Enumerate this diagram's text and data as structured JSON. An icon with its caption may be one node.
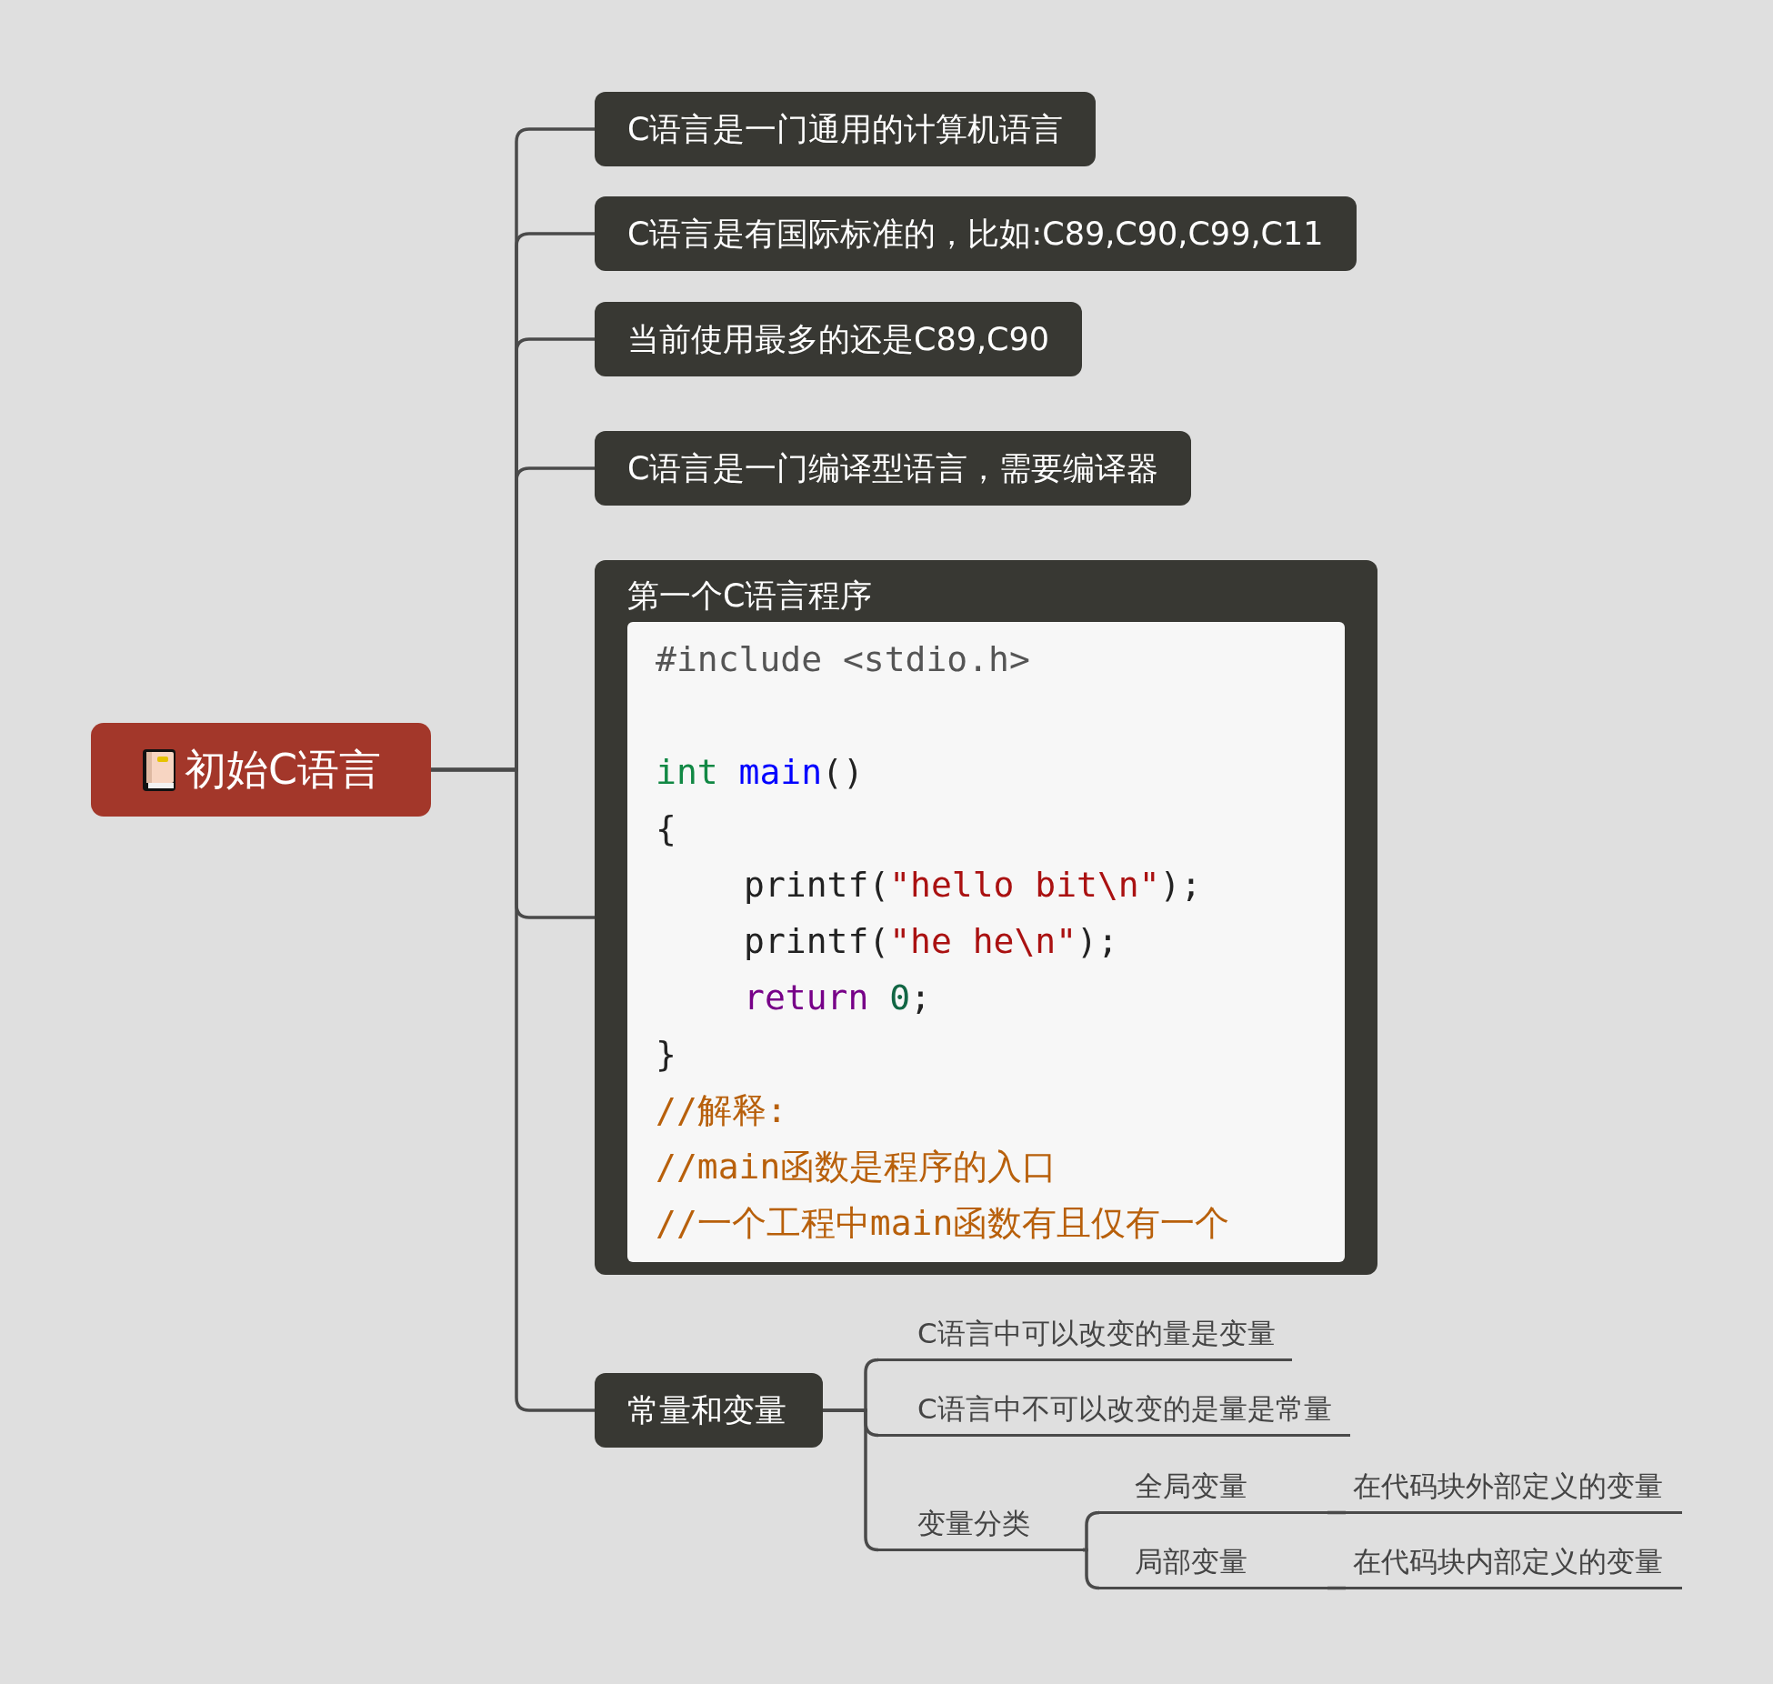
{
  "diagram": {
    "nodes": [
      {
        "text": [
          "初始C语言"
        ]
      },
      {
        "text": [
          "C语言是一门通用的计算机语言"
        ]
      },
      {
        "text": [
          "C语言是有国际标准的，比如:C89,C90,C99,C11"
        ]
      },
      {
        "text": [
          "当前使用最多的还是C89,C90"
        ]
      },
      {
        "text": [
          "C语言是一门编译型语言，需要编译器"
        ]
      },
      {
        "text": [
          "第一个C语言程序",
          "#include <stdio.h>",
          "int main()",
          "{",
          "printf(\"hello bit\\n\");",
          "printf(\"he he\\n\");",
          "return 0;",
          "}",
          "//解释:",
          "//main函数是程序的入口",
          "//一个工程中main函数有且仅有一个"
        ]
      },
      {
        "text": [
          "常量和变量"
        ]
      },
      {
        "text": [
          "C语言中可以改变的量是变量"
        ]
      },
      {
        "text": [
          "C语言中不可以改变的是量是常量"
        ]
      },
      {
        "text": [
          "变量分类"
        ]
      },
      {
        "text": [
          "全局变量"
        ]
      },
      {
        "text": [
          "在代码块外部定义的变量"
        ]
      },
      {
        "text": [
          "局部变量"
        ]
      },
      {
        "text": [
          "在代码块内部定义的变量"
        ]
      }
    ],
    "edges": [
      {
        "from": 0,
        "to": 1,
        "arrow": "none"
      },
      {
        "from": 0,
        "to": 2,
        "arrow": "none"
      },
      {
        "from": 0,
        "to": 3,
        "arrow": "none"
      },
      {
        "from": 0,
        "to": 4,
        "arrow": "none"
      },
      {
        "from": 0,
        "to": 5,
        "arrow": "none"
      },
      {
        "from": 0,
        "to": 6,
        "arrow": "none"
      },
      {
        "from": 6,
        "to": 7,
        "arrow": "none"
      },
      {
        "from": 6,
        "to": 8,
        "arrow": "none"
      },
      {
        "from": 6,
        "to": 9,
        "arrow": "none"
      },
      {
        "from": 9,
        "to": 10,
        "arrow": "none"
      },
      {
        "from": 9,
        "to": 12,
        "arrow": "none"
      },
      {
        "from": 10,
        "to": 11,
        "arrow": "none"
      },
      {
        "from": 12,
        "to": 13,
        "arrow": "none"
      }
    ]
  }
}
